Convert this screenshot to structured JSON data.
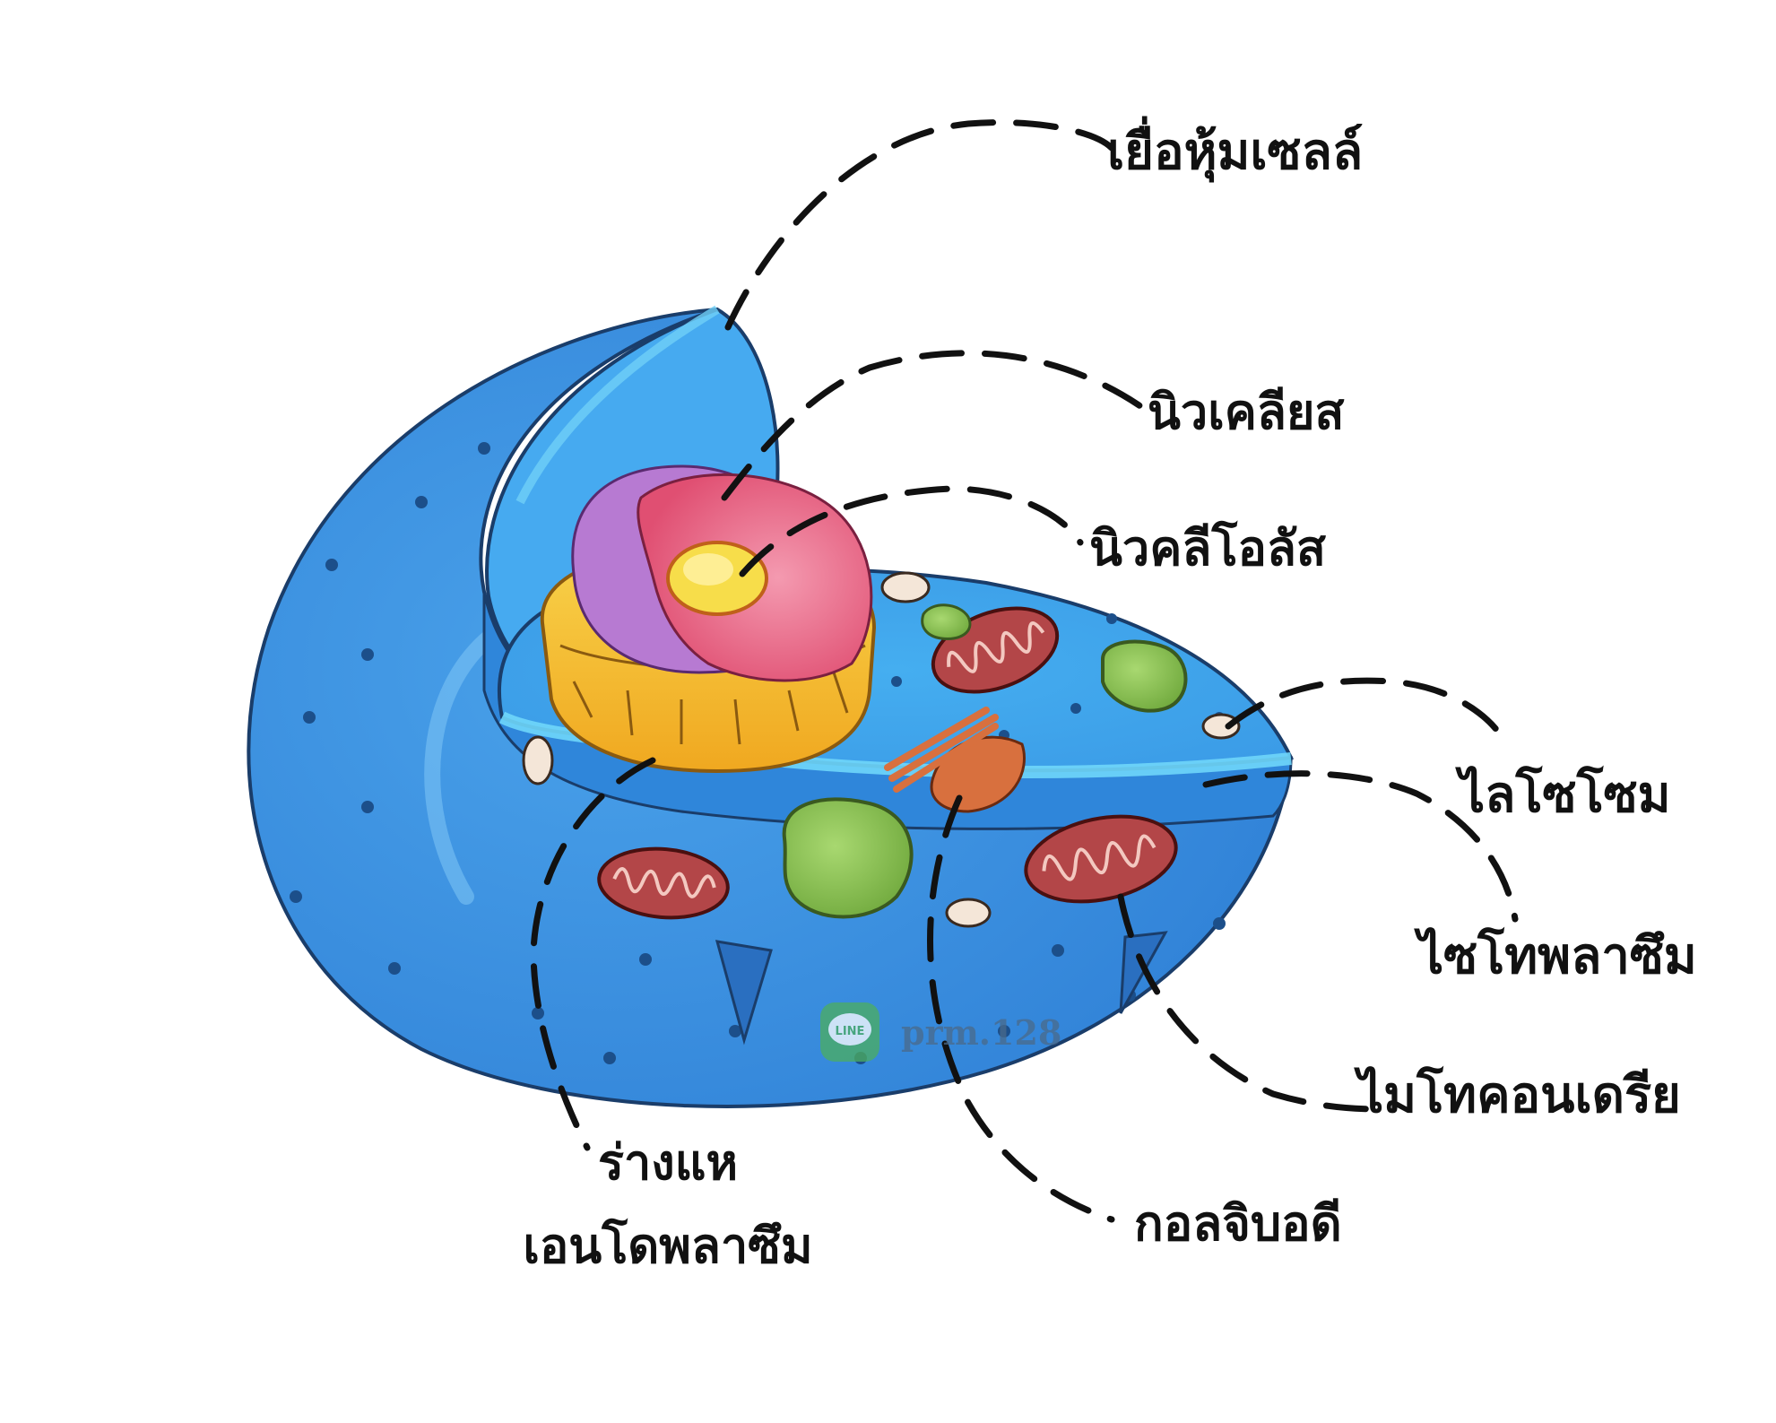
{
  "colors": {
    "background": "#ffffff",
    "membrane_outer": "#3a8fe0",
    "membrane_rim": "#5fc4f2",
    "cytoplasm": "#3fa6ec",
    "nucleus_pink": "#e8607e",
    "nucleus_purple": "#b57ad0",
    "nucleolus": "#f5d640",
    "er_yellow": "#f5c22e",
    "mitochondria": "#b3494a",
    "vacuole_green": "#8cc552",
    "golgi": "#d66a3c",
    "label_text": "#111111",
    "watermark": "#4cae5f"
  },
  "labels": {
    "cell_membrane": "เยื่อหุ้มเซลล์",
    "nucleus": "นิวเคลียส",
    "nucleolus": "นิวคลีโอลัส",
    "lysosome": "ไลโซโซม",
    "cytoplasm": "ไซโทพลาซึม",
    "mitochondria": "ไมโทคอนเดรีย",
    "golgi": "กอลจิบอดี",
    "er_line1": "ร่างแห",
    "er_line2": "เอนโดพลาซึม"
  },
  "watermark": {
    "badge": "LINE",
    "text": "prm.128"
  }
}
